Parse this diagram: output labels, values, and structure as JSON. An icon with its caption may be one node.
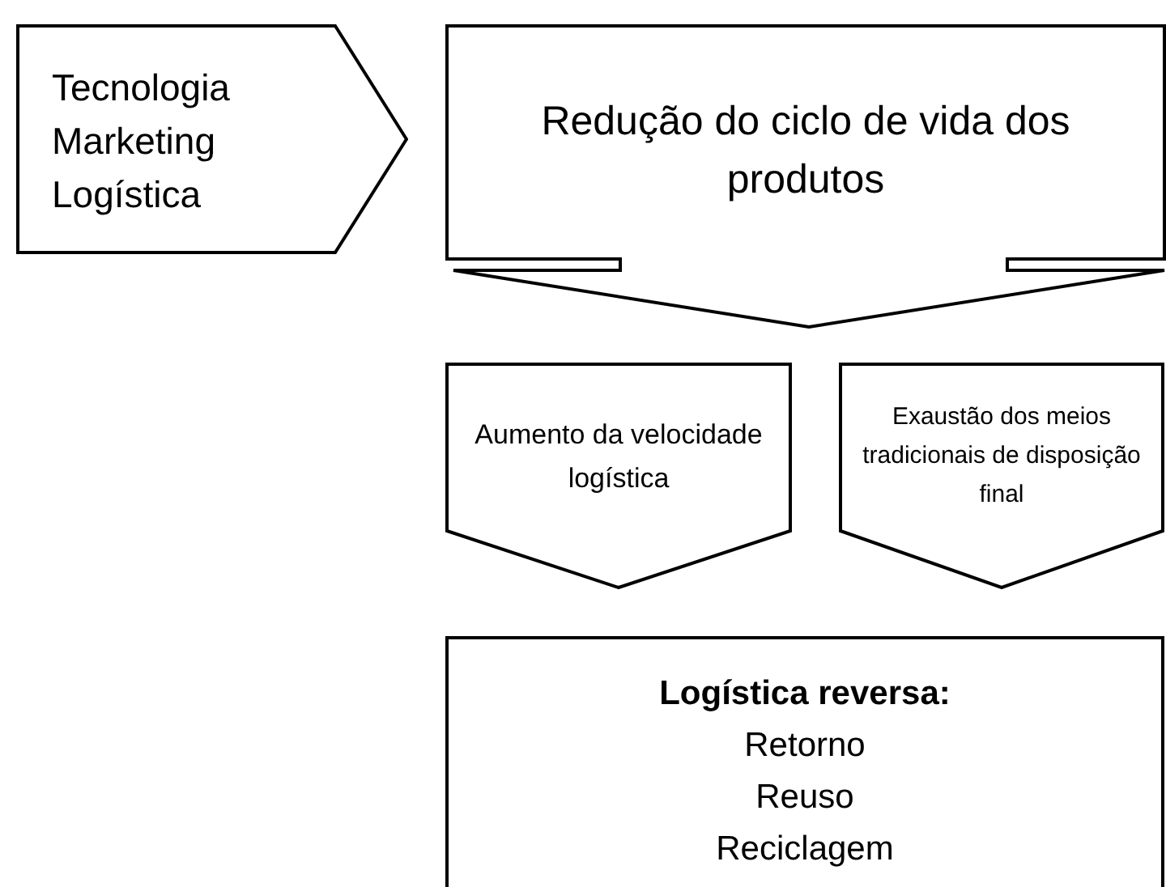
{
  "diagram": {
    "nodes": [
      {
        "text": [
          "Tecnologia",
          "Marketing",
          "Logística"
        ]
      },
      {
        "text": [
          "Redução do ciclo de vida dos produtos"
        ]
      },
      {
        "text": [
          "Aumento da velocidade logística"
        ]
      },
      {
        "text": [
          "Exaustão dos meios tradicionais de disposição final"
        ]
      },
      {
        "text": [
          "Logística reversa:",
          "Retorno",
          "Reuso",
          "Reciclagem"
        ]
      }
    ]
  }
}
